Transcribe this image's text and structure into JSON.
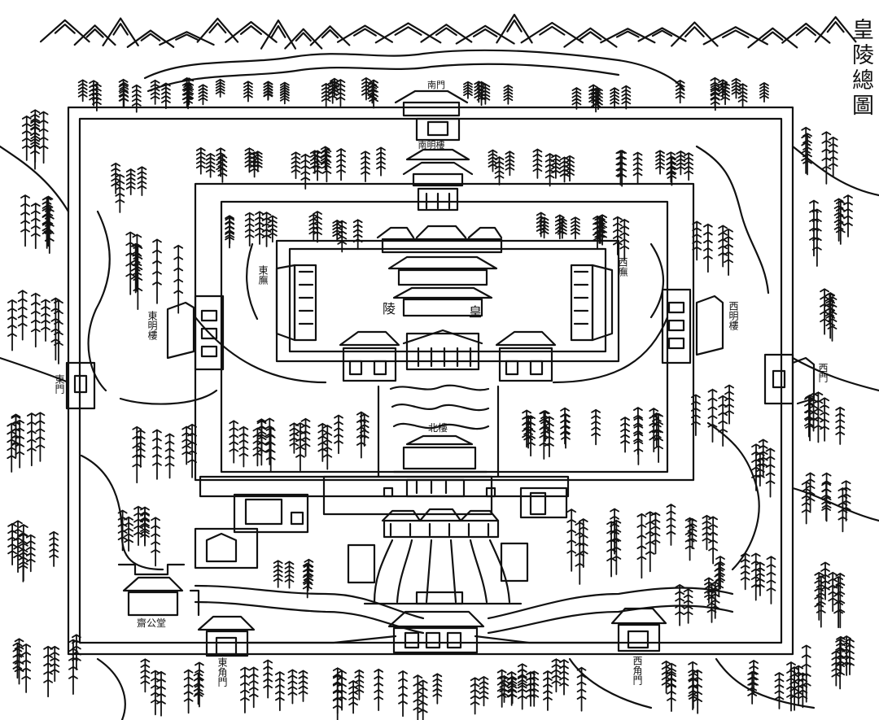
{
  "title": "皇陵總圖",
  "labels": {
    "south_gate": "南門",
    "south_tower": "南明樓",
    "east_corridor": "東廡",
    "west_corridor": "西廡",
    "east_tower": "東明樓",
    "west_tower": "西明樓",
    "east_gate": "東門",
    "west_gate": "西門",
    "north_tower": "北樓",
    "tomb_left": "陵",
    "tomb_right": "皇",
    "hall": "齋公堂",
    "southeast_gate": "東角門",
    "southwest_gate": "西角門"
  }
}
